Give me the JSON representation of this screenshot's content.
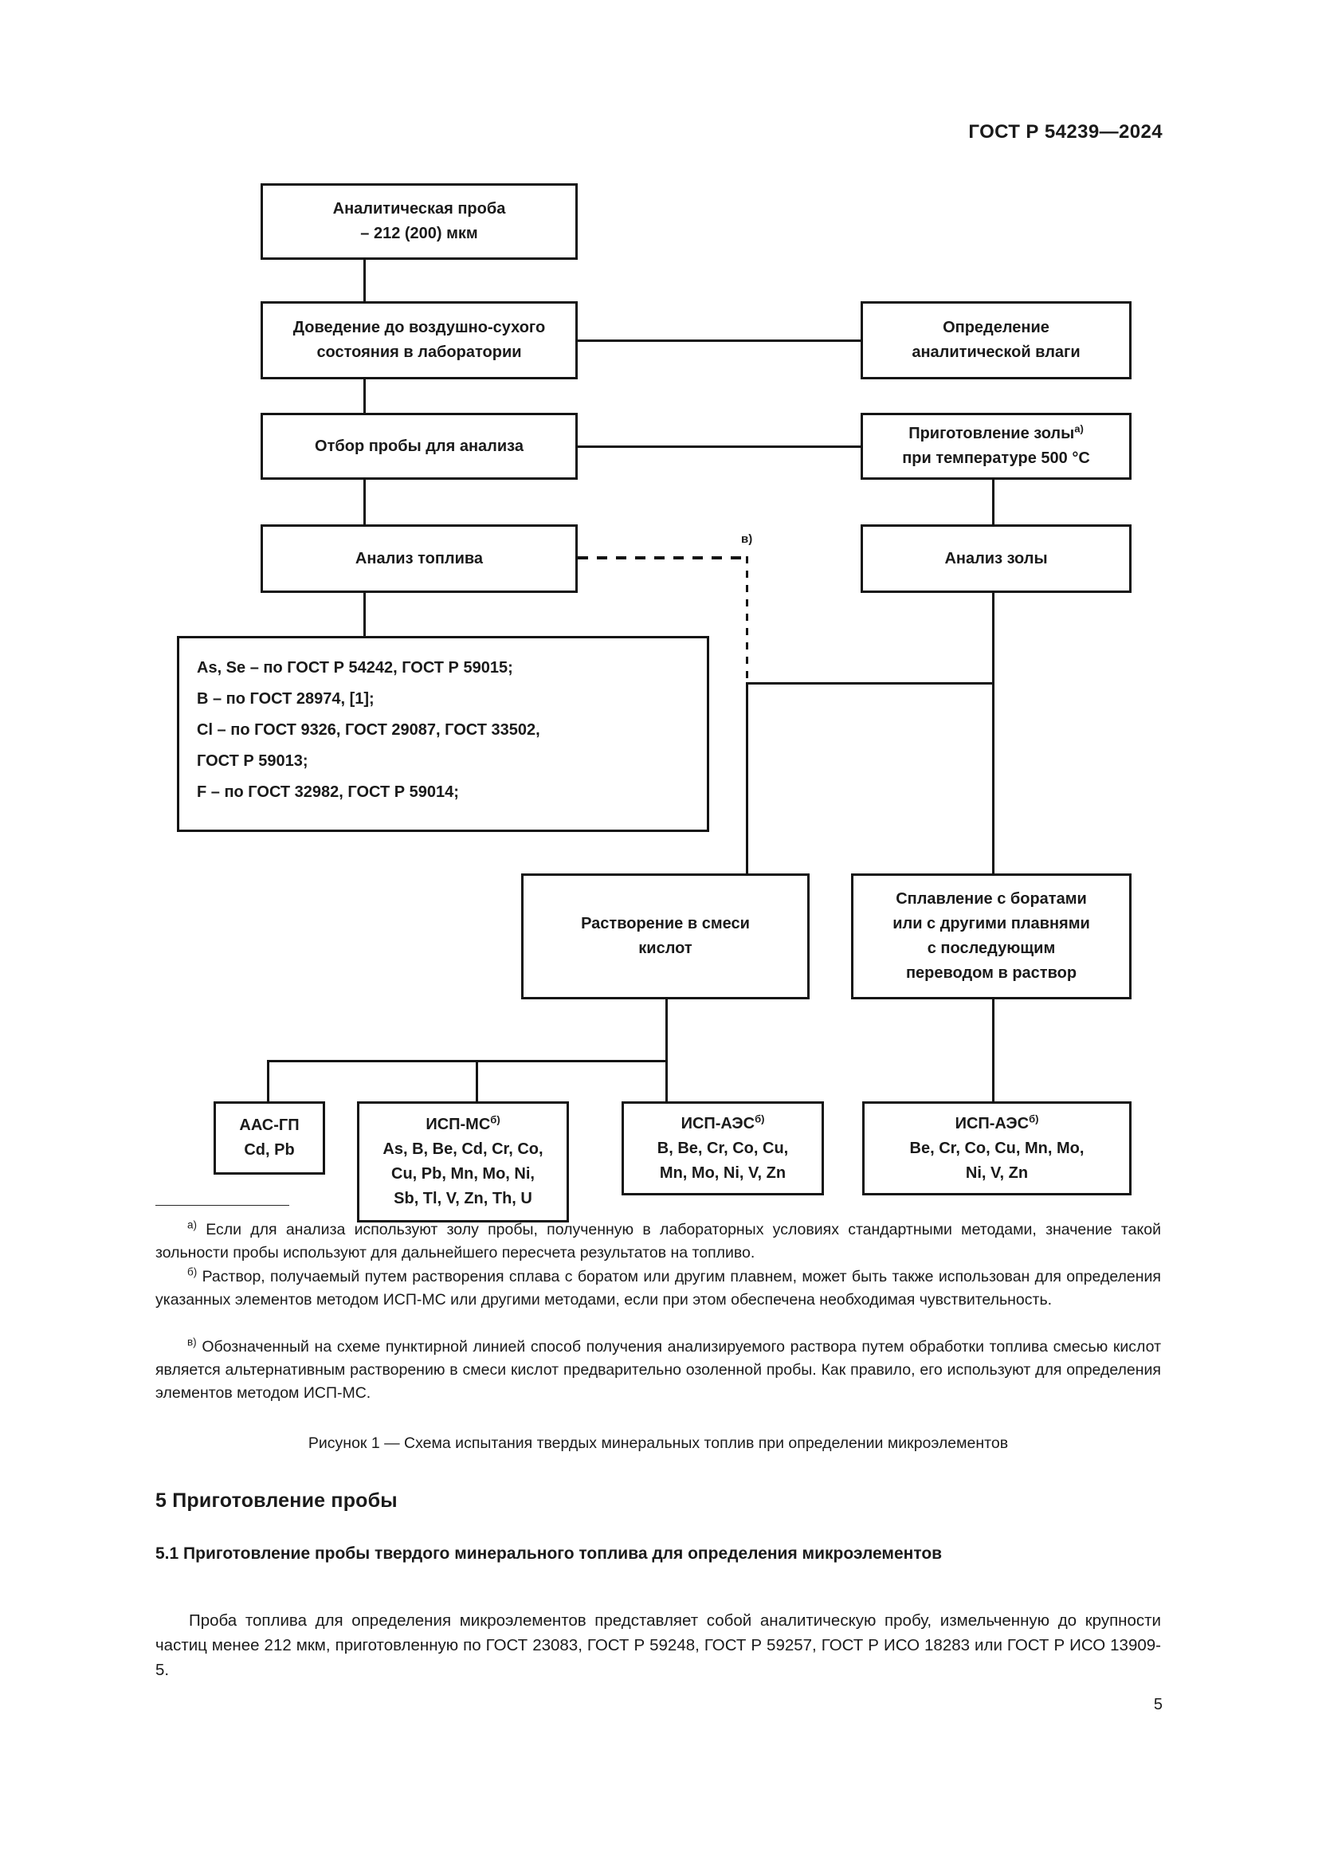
{
  "header": {
    "standard": "ГОСТ Р 54239—2024"
  },
  "flowchart": {
    "nodes": {
      "analytical_sample": {
        "line1": "Аналитическая проба",
        "line2": "– 212 (200) мкм"
      },
      "air_dry": {
        "line1": "Доведение до воздушно-сухого",
        "line2": "состояния в лаборатории"
      },
      "moisture": {
        "line1": "Определение",
        "line2": "аналитической влаги"
      },
      "sampling": {
        "line1": "Отбор пробы для анализа"
      },
      "ash_prep": {
        "line1": "Приготовление золы",
        "mark1": "а)",
        "line2": "при температуре 500 °C"
      },
      "fuel_analysis": {
        "line1": "Анализ топлива"
      },
      "ash_analysis": {
        "line1": "Анализ золы"
      },
      "standards_box": {
        "lines": [
          "As, Se – по ГОСТ Р 54242, ГОСТ Р 59015;",
          "B – по ГОСТ 28974, [1];",
          "Cl – по ГОСТ 9326, ГОСТ 29087, ГОСТ 33502,",
          "ГОСТ Р 59013;",
          "F – по ГОСТ 32982, ГОСТ Р 59014;"
        ]
      },
      "acid_dissolution": {
        "line1": "Растворение в смеси",
        "line2": "кислот"
      },
      "borate_fusion": {
        "line1": "Сплавление с боратами",
        "line2": "или с другими плавнями",
        "line3": "с последующим",
        "line4": "переводом в раствор"
      },
      "aas_gp": {
        "title": "ААС-ГП",
        "elements": [
          "Cd, Pb"
        ]
      },
      "icp_ms": {
        "title": "ИСП-МС",
        "mark": "б)",
        "elements": [
          "As, B, Be, Cd, Cr, Co,",
          "Cu, Pb, Mn, Mo, Ni,",
          "Sb, Tl, V, Zn, Th, U"
        ]
      },
      "icp_aes_1": {
        "title": "ИСП-АЭС",
        "mark": "б)",
        "elements": [
          "B, Be, Cr, Co, Cu,",
          "Mn, Mo, Ni, V, Zn"
        ]
      },
      "icp_aes_2": {
        "title": "ИСП-АЭС",
        "mark": "б)",
        "elements": [
          "Be, Cr, Co, Cu, Mn, Mo,",
          "Ni, V, Zn"
        ]
      }
    },
    "dashed_marker": "в)"
  },
  "footnotes": {
    "a": {
      "mark": "а)",
      "text": "Если для анализа используют золу пробы, полученную в лабораторных условиях стандартными методами, значение такой зольности пробы используют для дальнейшего пересчета результатов на топливо."
    },
    "b": {
      "mark": "б)",
      "text": "Раствор, получаемый путем растворения сплава с боратом или другим плавнем, может быть также использован для определения указанных элементов методом ИСП-МС или другими методами, если при этом обеспечена необходимая чувствительность."
    },
    "v": {
      "mark": "в)",
      "text": "Обозначенный на схеме пунктирной линией способ получения анализируемого раствора путем обработки топлива смесью кислот является альтернативным растворению в смеси кислот предварительно озоленной пробы. Как правило, его используют для определения элементов методом ИСП-МС."
    }
  },
  "figure_caption": "Рисунок 1 — Схема испытания твердых минеральных топлив при определении микроэлементов",
  "section": {
    "heading": "5  Приготовление пробы",
    "subheading": "5.1  Приготовление пробы твердого минерального топлива для определения микроэлементов",
    "paragraph": "Проба топлива для определения микроэлементов представляет собой аналитическую пробу, измельченную до крупности частиц менее 212 мкм, приготовленную по ГОСТ 23083, ГОСТ Р 59248, ГОСТ Р 59257, ГОСТ Р ИСО 18283 или ГОСТ Р ИСО 13909-5."
  },
  "page_number": "5"
}
